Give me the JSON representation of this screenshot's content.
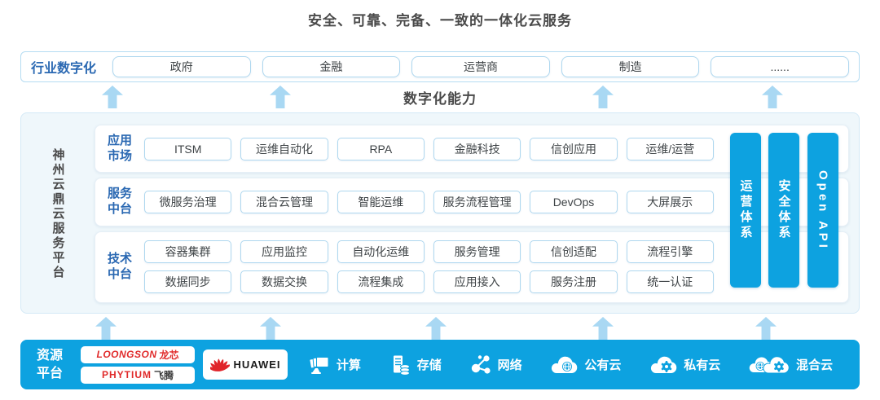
{
  "title": "安全、可靠、完备、一致的一体化云服务",
  "industry_row": {
    "label": "行业数字化",
    "items": [
      "政府",
      "金融",
      "运营商",
      "制造",
      "......"
    ]
  },
  "capability_band": {
    "label": "数字化能力"
  },
  "platform": {
    "side_label": "神州云鼎云服务平台",
    "rows": [
      {
        "label": "应用市场",
        "lines": [
          [
            "ITSM",
            "运维自动化",
            "RPA",
            "金融科技",
            "信创应用",
            "运维/运营"
          ]
        ]
      },
      {
        "label": "服务中台",
        "lines": [
          [
            "微服务治理",
            "混合云管理",
            "智能运维",
            "服务流程管理",
            "DevOps",
            "大屏展示"
          ]
        ]
      },
      {
        "label": "技术中台",
        "lines": [
          [
            "容器集群",
            "应用监控",
            "自动化运维",
            "服务管理",
            "信创适配",
            "流程引擎"
          ],
          [
            "数据同步",
            "数据交换",
            "流程集成",
            "应用接入",
            "服务注册",
            "统一认证"
          ]
        ]
      }
    ],
    "vertical_bars": [
      "运营体系",
      "安全体系",
      "Open API"
    ]
  },
  "resource_platform": {
    "label": "资源平台",
    "vendors": {
      "loongson": {
        "en": "LOONGSON",
        "cn": "龙芯"
      },
      "phytium": {
        "en": "PHYTIUM",
        "cn": "飞腾"
      },
      "huawei": {
        "text": "HUAWEI"
      }
    },
    "resources": [
      {
        "icon": "compute-icon",
        "label": "计算"
      },
      {
        "icon": "storage-icon",
        "label": "存储"
      },
      {
        "icon": "network-icon",
        "label": "网络"
      },
      {
        "icon": "public-cloud-icon",
        "label": "公有云"
      },
      {
        "icon": "private-cloud-icon",
        "label": "私有云"
      },
      {
        "icon": "hybrid-cloud-icon",
        "label": "混合云"
      }
    ]
  },
  "colors": {
    "accent_blue": "#0da2e0",
    "arrow_blue": "#a9d8f3",
    "label_blue": "#2a68b2",
    "border_blue": "#aed7ef",
    "brand_red": "#e02a2a",
    "text_dark": "#3f4447"
  }
}
